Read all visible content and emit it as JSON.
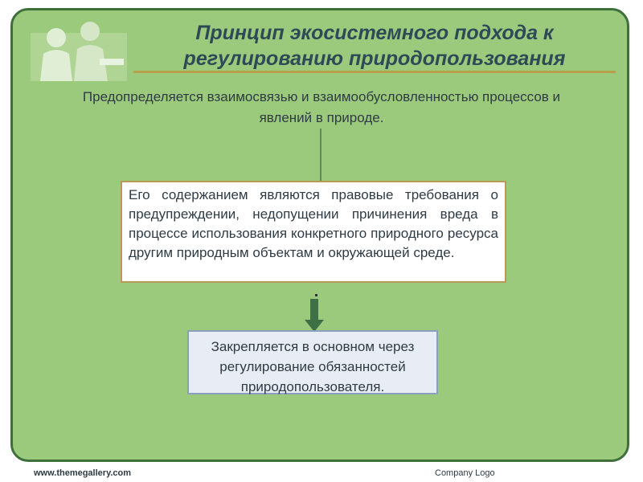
{
  "slide": {
    "title": "Принцип экосистемного подхода к регулированию природопользования",
    "intro": "Предопределяется взаимосвязью и взаимообусловленностью процессов и явлений в природе.",
    "content_box": "Его содержанием являются правовые требования о предупреждении, недопущении причинения вреда в процессе использования конкретного природного ресурса другим природным объектам и окружающей среде.",
    "result_box": "Закрепляется в основном через регулирование обязанностей природопользователя."
  },
  "footer": {
    "site": "www.themegallery.com",
    "logo_label": "Company Logo"
  },
  "colors": {
    "background": "#9cca7c",
    "border": "#3f6f3a",
    "title": "#2e4a57",
    "arrow": "#3e6f45"
  }
}
